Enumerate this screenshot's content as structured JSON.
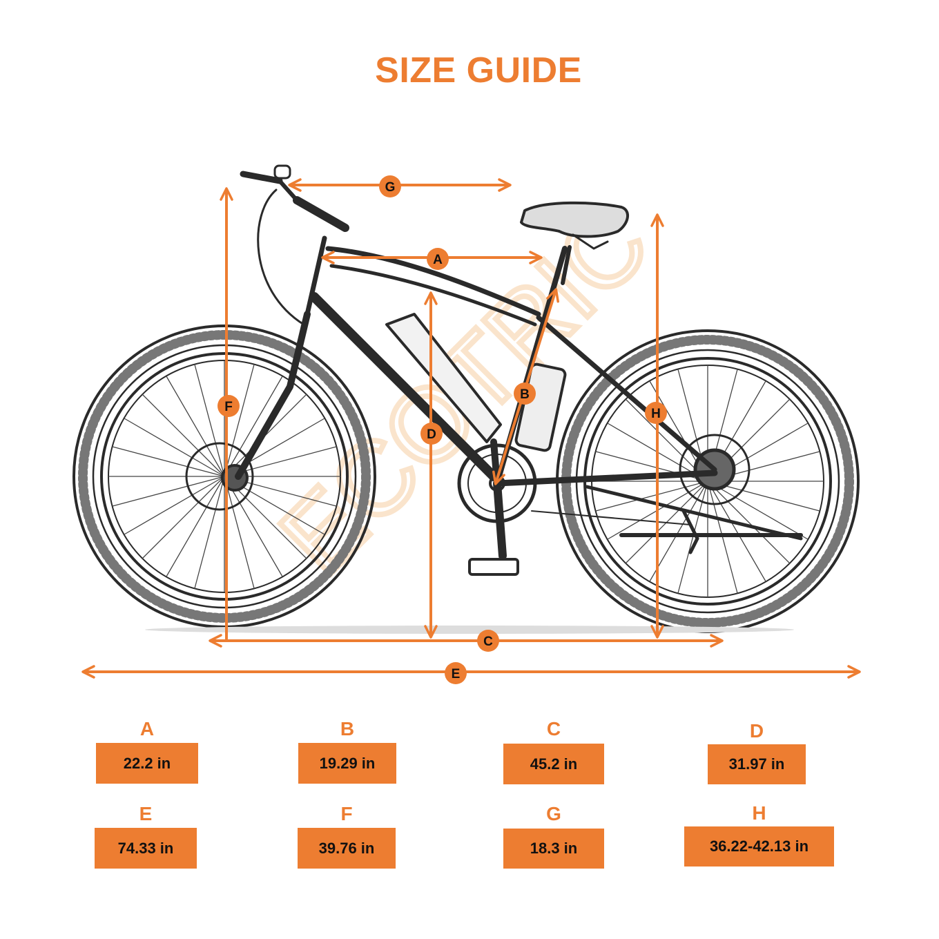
{
  "title": "SIZE GUIDE",
  "accent_color": "#ED7D31",
  "text_color": "#111111",
  "watermark": "ECOTRIC",
  "diagram": {
    "subject": "fat-tire electric bicycle, side view (sketch)",
    "markers": {
      "A": "A",
      "B": "B",
      "C": "C",
      "D": "D",
      "E": "E",
      "F": "F",
      "G": "G",
      "H": "H"
    }
  },
  "specs": [
    {
      "key": "A",
      "letter": "A",
      "value": "22.2 in"
    },
    {
      "key": "B",
      "letter": "B",
      "value": "19.29 in"
    },
    {
      "key": "C",
      "letter": "C",
      "value": "45.2 in"
    },
    {
      "key": "D",
      "letter": "D",
      "value": "31.97 in"
    },
    {
      "key": "E",
      "letter": "E",
      "value": "74.33 in"
    },
    {
      "key": "F",
      "letter": "F",
      "value": "39.76 in"
    },
    {
      "key": "G",
      "letter": "G",
      "value": "18.3 in"
    },
    {
      "key": "H",
      "letter": "H",
      "value": "36.22-42.13 in"
    }
  ]
}
